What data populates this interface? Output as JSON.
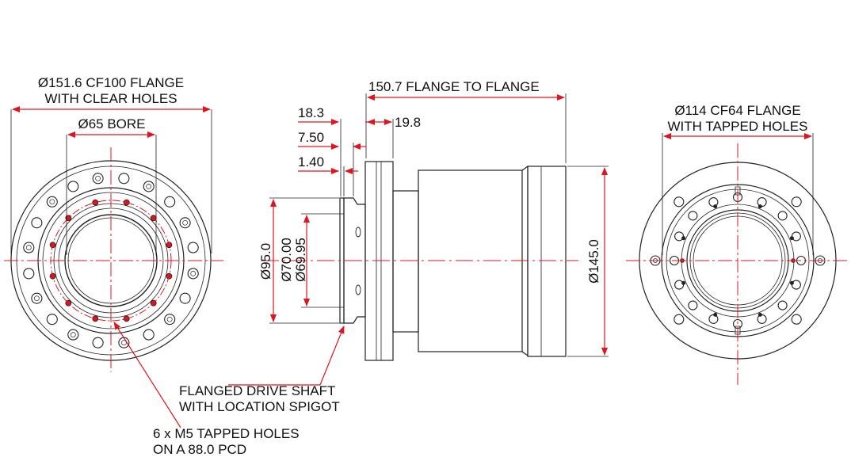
{
  "colors": {
    "line": "#222222",
    "dimension": "#e0141e",
    "background": "#ffffff"
  },
  "labels": {
    "left_flange_l1": "Ø151.6 CF100 FLANGE",
    "left_flange_l2": "WITH CLEAR HOLES",
    "bore": "Ø65 BORE",
    "flange_to_flange": "150.7 FLANGE TO FLANGE",
    "d_18_3": "18.3",
    "d_7_50": "7.50",
    "d_1_40": "1.40",
    "d_19_8": "19.8",
    "d_95": "Ø95.0",
    "d_70": "Ø70.00",
    "d_69_95": "Ø69.95",
    "d_145": "Ø145.0",
    "right_flange_l1": "Ø114 CF64 FLANGE",
    "right_flange_l2": "WITH TAPPED HOLES",
    "shaft_l1": "FLANGED DRIVE SHAFT",
    "shaft_l2": "WITH LOCATION SPIGOT",
    "holes_l1": "6 x M5 TAPPED HOLES",
    "holes_l2": "ON A 88.0 PCD"
  }
}
